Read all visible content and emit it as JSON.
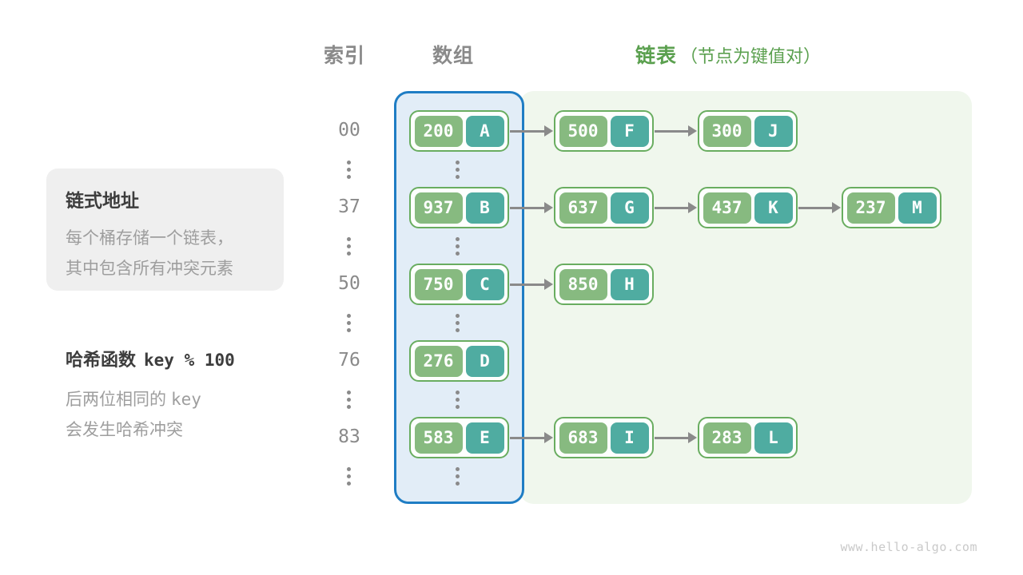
{
  "header": {
    "index": "索引",
    "array": "数组",
    "list": "链表",
    "list_note": "（节点为键值对）"
  },
  "info_box": {
    "title": "链式地址",
    "line1": "每个桶存储一个链表，",
    "line2": "其中包含所有冲突元素"
  },
  "hash_note": {
    "title_text": "哈希函数",
    "title_code": "key % 100",
    "line1_text": "后两位相同的",
    "line1_code": "key",
    "line2_text": "会发生哈希冲突"
  },
  "watermark": "www.hello-algo.com",
  "colors": {
    "key-green": "#87BA80",
    "value-teal": "#4FACA1",
    "node-border": "#69AD60",
    "blue-border": "#1F7DC4",
    "array-bg": "#E2EDF7",
    "list-bg": "#F0F7ED",
    "arrow-gray": "#8A8A8A",
    "green-text": "#5BA04F"
  },
  "diagram": {
    "rows": [
      {
        "index": "00",
        "nodes": [
          {
            "key": "200",
            "value": "A"
          },
          {
            "key": "500",
            "value": "F"
          },
          {
            "key": "300",
            "value": "J"
          }
        ]
      },
      {
        "index": "37",
        "nodes": [
          {
            "key": "937",
            "value": "B"
          },
          {
            "key": "637",
            "value": "G"
          },
          {
            "key": "437",
            "value": "K"
          },
          {
            "key": "237",
            "value": "M"
          }
        ]
      },
      {
        "index": "50",
        "nodes": [
          {
            "key": "750",
            "value": "C"
          },
          {
            "key": "850",
            "value": "H"
          }
        ]
      },
      {
        "index": "76",
        "nodes": [
          {
            "key": "276",
            "value": "D"
          }
        ]
      },
      {
        "index": "83",
        "nodes": [
          {
            "key": "583",
            "value": "E"
          },
          {
            "key": "683",
            "value": "I"
          },
          {
            "key": "283",
            "value": "L"
          }
        ]
      }
    ]
  }
}
